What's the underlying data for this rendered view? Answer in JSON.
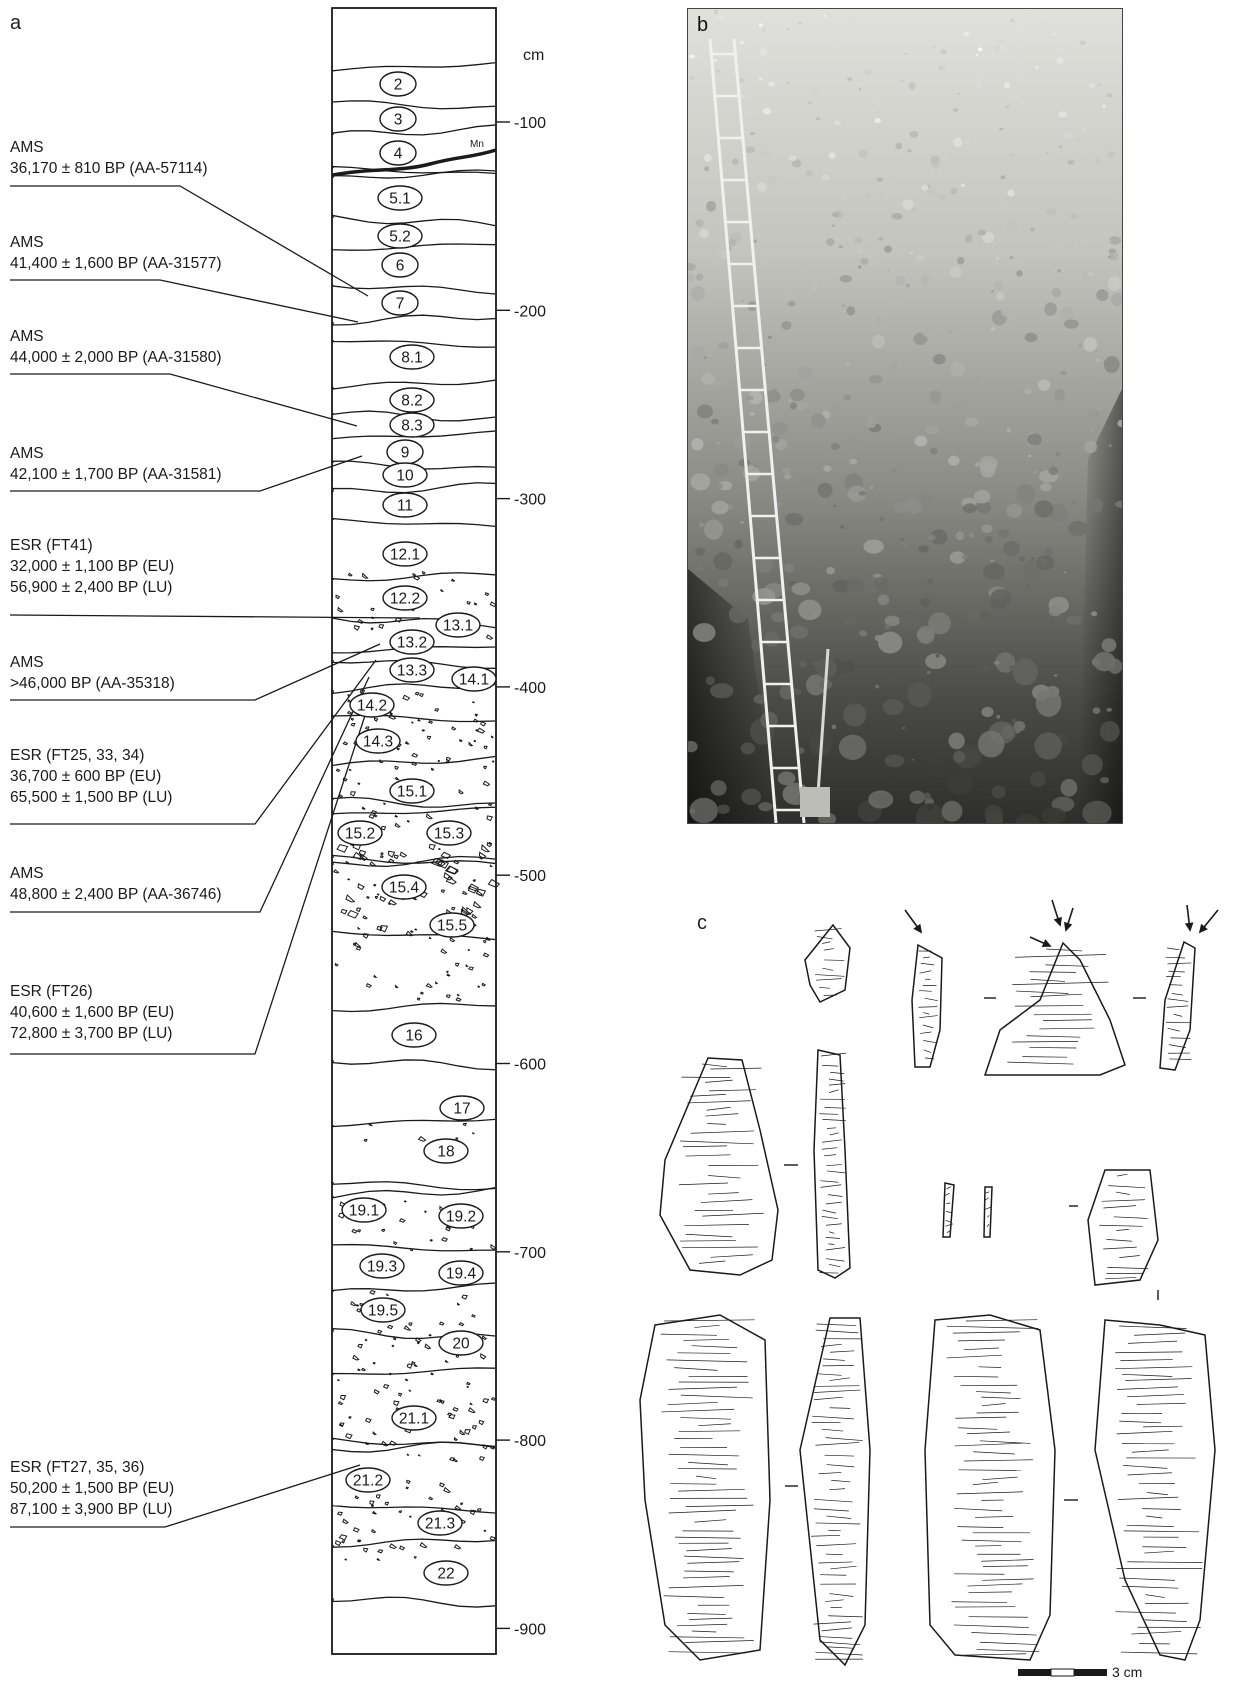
{
  "panels": {
    "a": "a",
    "b": "b",
    "c": "c"
  },
  "depth_axis": {
    "unit": "cm",
    "ticks": [
      {
        "depth": 100,
        "label": "-100"
      },
      {
        "depth": 200,
        "label": "-200"
      },
      {
        "depth": 300,
        "label": "-300"
      },
      {
        "depth": 400,
        "label": "-400"
      },
      {
        "depth": 500,
        "label": "-500"
      },
      {
        "depth": 600,
        "label": "-600"
      },
      {
        "depth": 700,
        "label": "-700"
      },
      {
        "depth": 800,
        "label": "-800"
      },
      {
        "depth": 900,
        "label": "-900"
      }
    ]
  },
  "layers": [
    "2",
    "3",
    "4",
    "5.1",
    "5.2",
    "6",
    "7",
    "8.1",
    "8.2",
    "8.3",
    "9",
    "10",
    "11",
    "12.1",
    "12.2",
    "13.1",
    "13.2",
    "13.3",
    "14.1",
    "14.2",
    "14.3",
    "15.1",
    "15.2",
    "15.3",
    "15.4",
    "15.5",
    "16",
    "17",
    "18",
    "19.1",
    "19.2",
    "19.3",
    "19.4",
    "19.5",
    "20",
    "21.1",
    "21.2",
    "21.3",
    "22"
  ],
  "mn_label": "Mn",
  "dates": [
    {
      "lines": [
        "AMS",
        "36,170 ± 810 BP (AA-57114)"
      ],
      "target_layer": "7"
    },
    {
      "lines": [
        "AMS",
        "41,400 ± 1,600 BP (AA-31577)"
      ],
      "target_layer": "7"
    },
    {
      "lines": [
        "AMS",
        "44,000 ± 2,000 BP (AA-31580)"
      ],
      "target_layer": "8.3"
    },
    {
      "lines": [
        "AMS",
        "42,100 ± 1,700 BP (AA-31581)"
      ],
      "target_layer": "9"
    },
    {
      "lines": [
        "ESR (FT41)",
        "32,000 ± 1,100 BP (EU)",
        "56,900 ± 2,400 BP (LU)"
      ],
      "target_layer": "13.1"
    },
    {
      "lines": [
        "AMS",
        ">46,000 BP (AA-35318)"
      ],
      "target_layer": "13.2"
    },
    {
      "lines": [
        "ESR (FT25, 33, 34)",
        "36,700 ± 600 BP (EU)",
        "65,500 ± 1,500 BP (LU)"
      ],
      "target_layer": "14.1"
    },
    {
      "lines": [
        "AMS",
        "48,800 ± 2,400 BP (AA-36746)"
      ],
      "target_layer": "14.2"
    },
    {
      "lines": [
        "ESR (FT26)",
        "40,600 ± 1,600 BP (EU)",
        "72,800 ± 3,700 BP (LU)"
      ],
      "target_layer": "14.3"
    },
    {
      "lines": [
        "ESR (FT27, 35, 36)",
        "50,200 ± 1,500 BP (EU)",
        "87,100 ± 3,900 BP (LU)"
      ],
      "target_layer": "21.2"
    }
  ],
  "scale_bar_label": "3 cm",
  "colors": {
    "ink": "#1a1a1a",
    "photo_light": "#d8d8d4",
    "photo_dark": "#2e2e2c"
  }
}
